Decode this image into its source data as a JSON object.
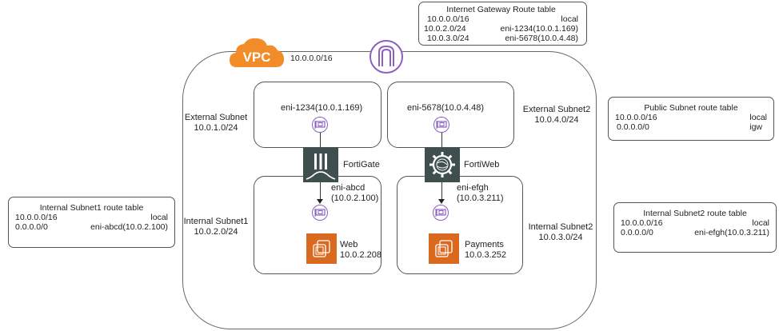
{
  "igw_route_table": {
    "title": "Internet Gateway Route table",
    "rows": [
      {
        "destination": "10.0.0.0/16",
        "target": "local"
      },
      {
        "destination": "10.0.2.0/24",
        "target": "eni-1234(10.0.1.169)"
      },
      {
        "destination": "10.0.3.0/24",
        "target": "eni-5678(10.0.4.48)"
      }
    ]
  },
  "public_route_table": {
    "title": "Public Subnet route table",
    "rows": [
      {
        "destination": "10.0.0.0/16",
        "target": "local"
      },
      {
        "destination": "0.0.0.0/0",
        "target": "igw"
      }
    ]
  },
  "internal1_route_table": {
    "title": "Internal Subnet1 route table",
    "rows": [
      {
        "destination": "10.0.0.0/16",
        "target": "local"
      },
      {
        "destination": "0.0.0.0/0",
        "target": "eni-abcd(10.0.2.100)"
      }
    ]
  },
  "internal2_route_table": {
    "title": "Internal Subnet2 route table",
    "rows": [
      {
        "destination": "10.0.0.0/16",
        "target": "local"
      },
      {
        "destination": "0.0.0.0/0",
        "target": "eni-efgh(10.0.3.211)"
      }
    ]
  },
  "vpc": {
    "badge": "VPC",
    "cidr": "10.0.0.0/16",
    "colors": {
      "vpc_orange": "#f28c28",
      "igw_purple": "#8c5fc0",
      "fortinet_dark": "#3f4f4d",
      "ec2_orange": "#d9691e"
    }
  },
  "subnets": {
    "external1": {
      "name": "External Subnet",
      "cidr": "10.0.1.0/24",
      "eni": "eni-1234(10.0.1.169)"
    },
    "external2": {
      "name": "External Subnet2",
      "cidr": "10.0.4.0/24",
      "eni": "eni-5678(10.0.4.48)"
    },
    "internal1": {
      "name": "Internal Subnet1",
      "cidr": "10.0.2.0/24",
      "eni_name": "eni-abcd",
      "eni_ip": "(10.0.2.100)",
      "instance_name": "Web",
      "instance_ip": "10.0.2.208"
    },
    "internal2": {
      "name": "Internal Subnet2",
      "cidr": "10.0.3.0/24",
      "eni_name": "eni-efgh",
      "eni_ip": "(10.0.3.211)",
      "instance_name": "Payments",
      "instance_ip": "10.0.3.252"
    }
  },
  "appliances": {
    "fortigate": "FortiGate",
    "fortiweb": "FortiWeb"
  }
}
